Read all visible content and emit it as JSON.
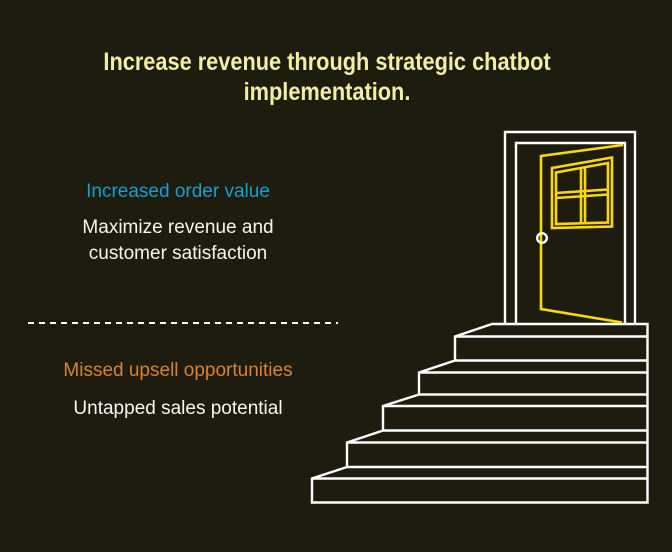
{
  "colors": {
    "background": "#1d1c0f",
    "title_yellow": "#f2efa3",
    "accent_blue": "#1a9ed2",
    "accent_orange": "#d9822f",
    "text_white": "#f5f5f2",
    "line_white": "#ffffff",
    "door_yellow": "#ffd808"
  },
  "title": {
    "line1": "Increase revenue through strategic chatbot",
    "line2": "implementation."
  },
  "comparison": {
    "benefit": {
      "heading": "Increased order value",
      "description": "Maximize revenue and customer satisfaction"
    },
    "risk": {
      "heading": "Missed upsell opportunities",
      "description": "Untapped sales potential"
    }
  },
  "illustration": {
    "name": "open-door-at-top-of-stairs",
    "parts": [
      "door-frame",
      "open-door",
      "door-window",
      "door-knob",
      "staircase"
    ],
    "steps_visible": 5
  }
}
